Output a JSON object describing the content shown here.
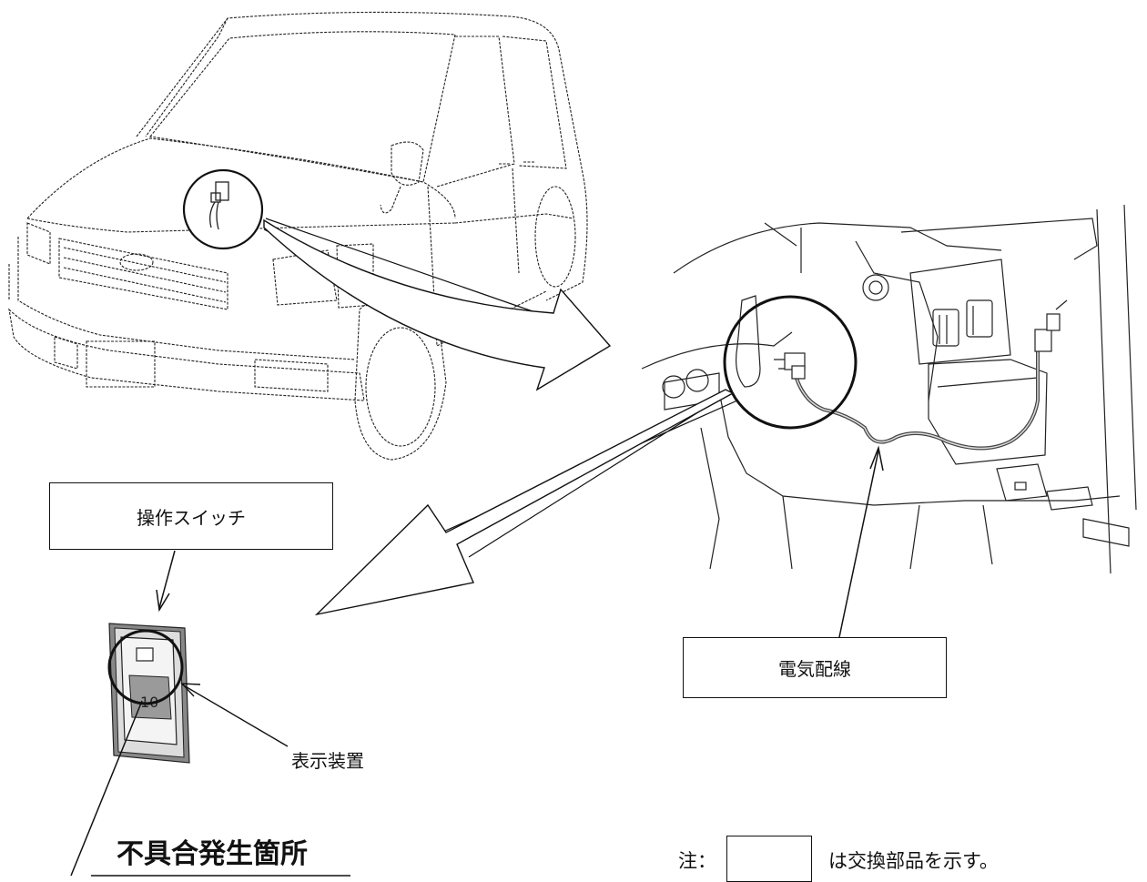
{
  "callouts": {
    "switch_label": "操作スイッチ",
    "wiring_label": "電気配線",
    "display_label": "表示装置",
    "defect_label": "不具合発生箇所"
  },
  "note": {
    "prefix": "注：",
    "suffix": "は交換部品を示す。"
  },
  "switch_glyph": "10",
  "colors": {
    "line": "#111111",
    "harness": "#555555"
  }
}
